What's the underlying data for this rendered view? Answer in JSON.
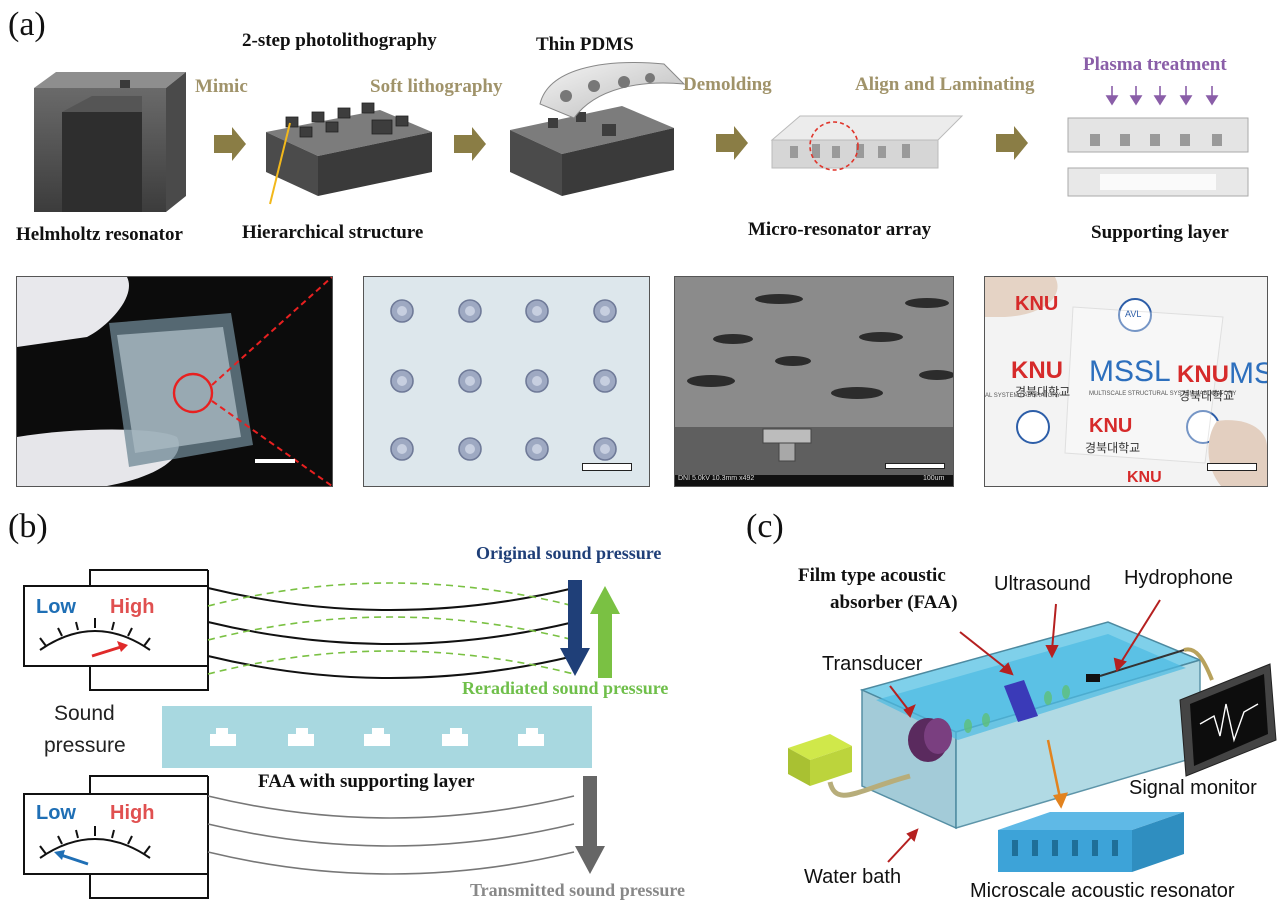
{
  "panel_a": {
    "letter": "(a)",
    "steps": {
      "mimic": "Mimic",
      "photolithography": "2-step photolithography",
      "thin_pdms": "Thin PDMS",
      "soft_lithography": "Soft lithography",
      "demolding": "Demolding",
      "align": "Align and Laminating",
      "plasma": "Plasma treatment"
    },
    "captions": {
      "helmholtz": "Helmholtz resonator",
      "hierarchical": "Hierarchical structure",
      "micro_array": "Micro-resonator array",
      "supporting": "Supporting layer"
    },
    "sem_info": {
      "left": "DNI 5.0kV 10.3mm x492",
      "right": "100um"
    },
    "logo_texts": {
      "knu": "KNU",
      "knu_korean": "경북대학교",
      "mssl": "MSSL",
      "avl": "AVL",
      "lab_line": "MULTISCALE STRUCTURAL SYSTEM LABORATORY",
      "lab_line_cut": "AL SYSTEM LABORATORY"
    }
  },
  "panel_b": {
    "letter": "(b)",
    "gauge_low": "Low",
    "gauge_high": "High",
    "sound_label_1": "Sound",
    "sound_label_2": "pressure",
    "original": "Original sound pressure",
    "reradiated": "Reradiated sound pressure",
    "faa_label": "FAA with supporting layer",
    "transmitted": "Transmitted sound pressure"
  },
  "panel_c": {
    "letter": "(c)",
    "film_label_1": "Film type acoustic",
    "film_label_2": "absorber (FAA)",
    "ultrasound": "Ultrasound",
    "hydrophone": "Hydrophone",
    "transducer": "Transducer",
    "signal_monitor": "Signal monitor",
    "water_bath": "Water bath",
    "microscale": "Microscale acoustic resonator"
  },
  "colors": {
    "step_text": "#a0936a",
    "plasma": "#8a5ea8",
    "original_blue": "#1f3f78",
    "reradiated_green": "#7ac143",
    "transmitted_gray": "#777777",
    "faa_film": "#a8d8e0",
    "low_blue": "#1f6fb5",
    "high_red": "#e05050"
  }
}
